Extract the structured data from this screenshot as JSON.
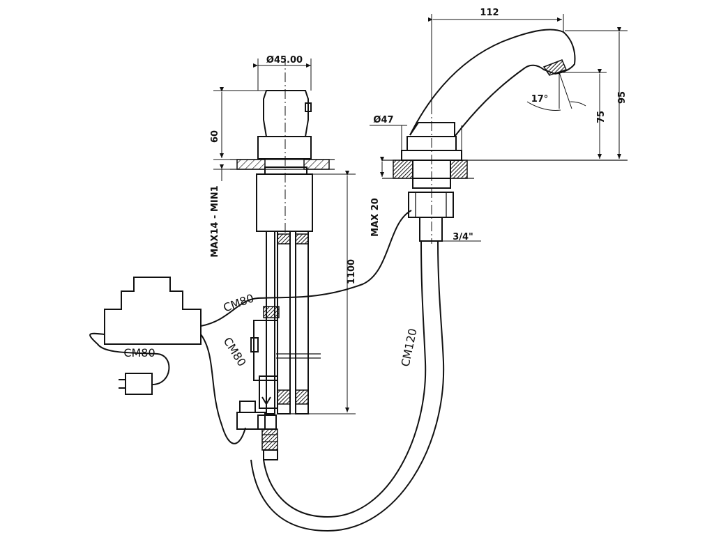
{
  "dimensions": {
    "spout_reach": "112",
    "body_diameter": "Ø45.00",
    "body_height": "60",
    "deck_range": "MAX14 - MIN1",
    "hose_length": "1100",
    "spout_diameter": "Ø47",
    "spout_deck_max": "MAX 20",
    "thread_size": "3/4\"",
    "spout_height_total": "95",
    "spout_height_outlet": "75",
    "outlet_angle": "17°"
  },
  "cables": {
    "cable_upper": "CM80",
    "cable_middle": "CM80",
    "cable_lower": "CM80",
    "hose": "CM120"
  }
}
